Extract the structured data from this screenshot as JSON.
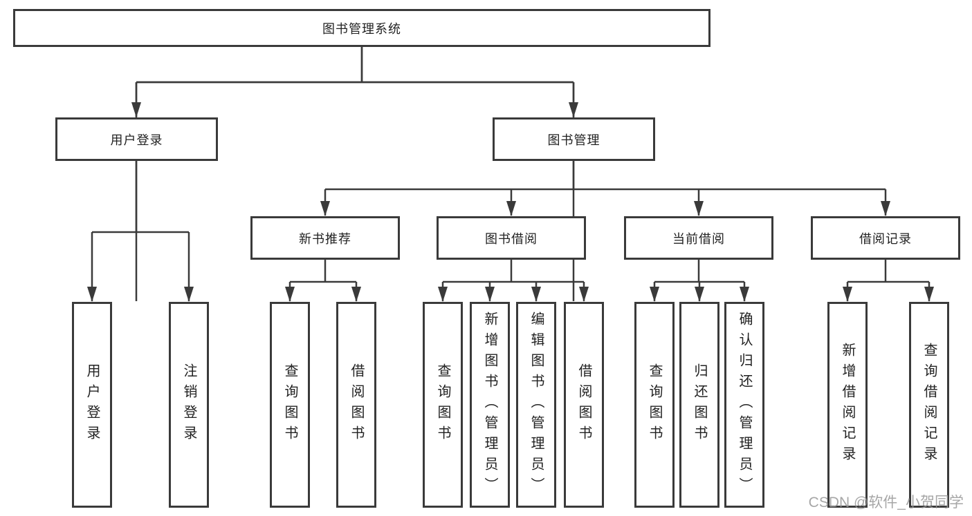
{
  "page": {
    "background": "#ffffff",
    "line_color": "#3a3a3a",
    "box_border_color": "#3a3a3a",
    "text_color": "#222222"
  },
  "watermark": {
    "text": "CSDN @软件_小贺同学",
    "color": "#969696"
  },
  "diagram": {
    "type": "tree",
    "tree": {
      "label": "图书管理系统",
      "children": [
        {
          "label": "用户登录",
          "children": [
            {
              "label": "用户登录"
            },
            {
              "label": "注销登录"
            }
          ]
        },
        {
          "label": "图书管理",
          "children": [
            {
              "label": "新书推荐",
              "children": [
                {
                  "label": "查询图书"
                },
                {
                  "label": "借阅图书"
                }
              ]
            },
            {
              "label": "图书借阅",
              "children": [
                {
                  "label": "查询图书"
                },
                {
                  "label": "新增图书（管理员）"
                },
                {
                  "label": "编辑图书（管理员）"
                },
                {
                  "label": "借阅图书"
                }
              ]
            },
            {
              "label": "当前借阅",
              "children": [
                {
                  "label": "查询图书"
                },
                {
                  "label": "归还图书"
                },
                {
                  "label": "确认归还（管理员）"
                }
              ]
            },
            {
              "label": "借阅记录",
              "children": [
                {
                  "label": "新增借阅记录"
                },
                {
                  "label": "查询借阅记录"
                }
              ]
            }
          ]
        }
      ]
    }
  }
}
